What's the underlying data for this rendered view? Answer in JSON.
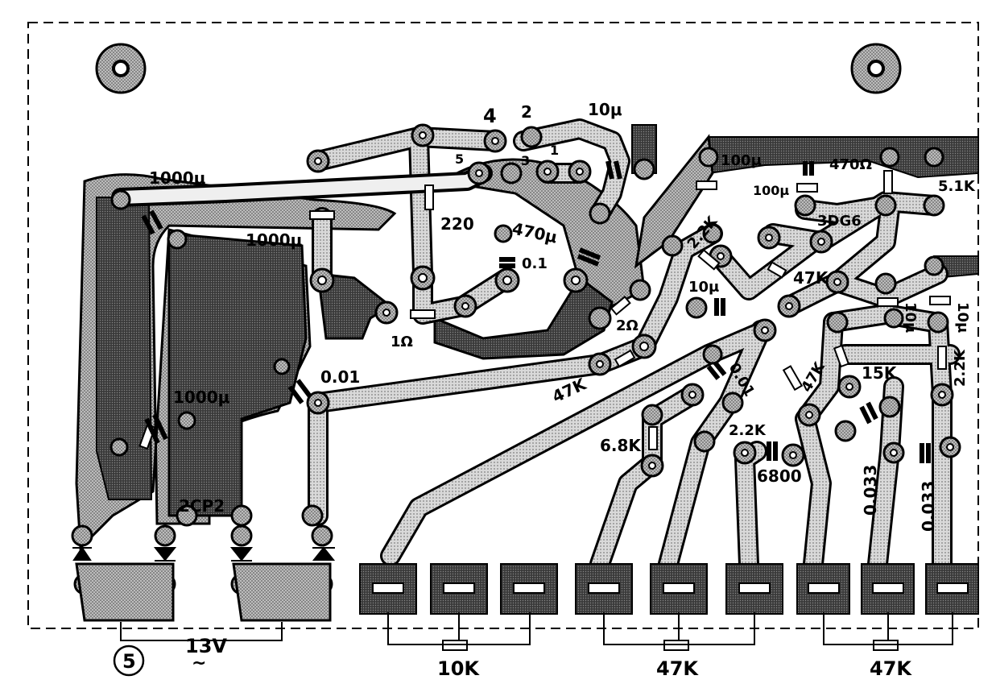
{
  "pins": [
    "4",
    "2",
    "1",
    "5",
    "3"
  ],
  "components": {
    "c_1000u_top": "1000μ",
    "c_1000u_mid": "1000μ",
    "c_1000u_low": "1000μ",
    "r_220": "220",
    "c_10u_top": "10μ",
    "c_470u": "470μ",
    "c_01": "0.1",
    "r_1ohm": "1Ω",
    "r_2ohm": "2Ω",
    "c_001_left": "0.01",
    "r_47k_mid": "47K",
    "c_100u_a": "100μ",
    "c_100u_b": "100μ",
    "r_470ohm": "470Ω",
    "r_51k": "5.1K",
    "r_22k_top": "2.2K",
    "transistor_3dg6": "3DG6",
    "r_47k_right": "47K",
    "c_10u_a": "10μ",
    "c_10u_b": "10μ",
    "c_10u_c": "10μ",
    "c_001_right": "0.01",
    "r_68k": "6.8K",
    "r_22k_mid": "2.2K",
    "c_6800": "6800",
    "r_47k_low": "47K",
    "r_15k": "15K",
    "r_22k_right": "2.2K",
    "c_0033_a": "0.033",
    "c_0033_b": "0.033",
    "diode": "2CP2"
  },
  "power": {
    "circle_number": "5",
    "voltage": "13V",
    "ac_symbol": "~"
  },
  "potentiometers": [
    "10K",
    "47K",
    "47K"
  ]
}
